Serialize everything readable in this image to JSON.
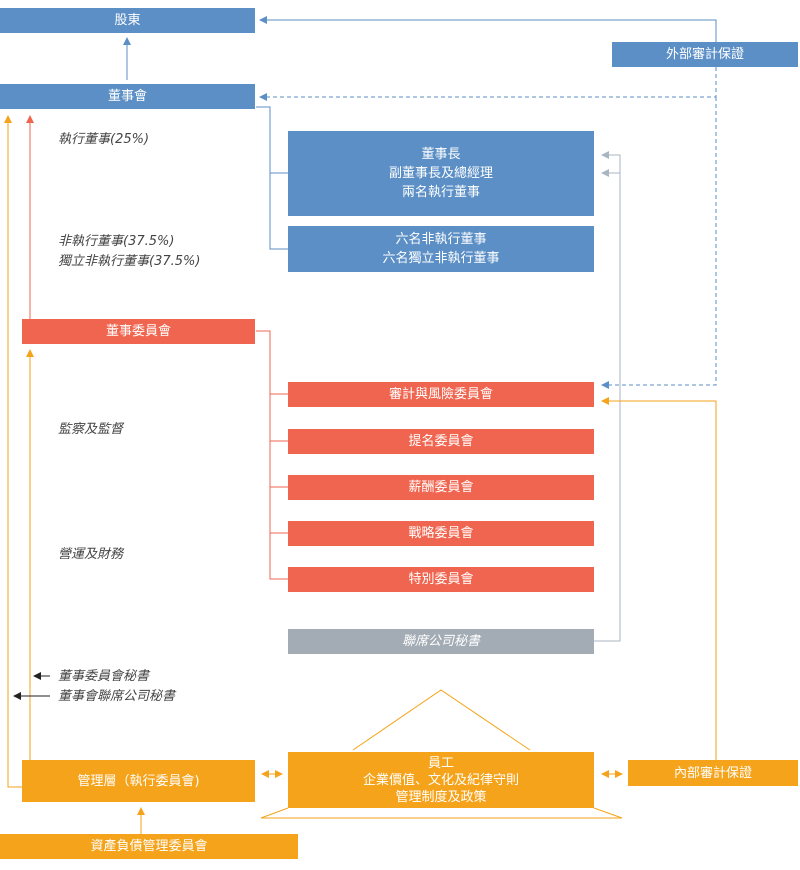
{
  "nodes": {
    "shareholders": "股東",
    "board": "董事會",
    "external_audit": "外部審計保證",
    "chairman_group": [
      "董事長",
      "副董事長及總經理",
      "兩名執行董事"
    ],
    "nonexec_group": [
      "六名非執行董事",
      "六名獨立非執行董事"
    ],
    "board_committees": "董事委員會",
    "audit_risk": "審計與風險委員會",
    "nomination": "提名委員會",
    "remuneration": "薪酬委員會",
    "strategy": "戰略委員會",
    "special": "特別委員會",
    "joint_secretary": "聯席公司秘書",
    "management": "管理層（執行委員會)",
    "employees": [
      "員工",
      "企業價值、文化及紀律守則",
      "管理制度及政策"
    ],
    "internal_audit": "內部審計保證",
    "alco": "資產負債管理委員會"
  },
  "labels": {
    "exec_directors": "執行董事(25%)",
    "nonexec_directors": "非執行董事(37.5%)",
    "indep_directors": "獨立非執行董事(37.5%)",
    "supervision": "監察及監督",
    "operations": "營運及財務",
    "committee_secretary": "董事委員會秘書",
    "board_joint_secretary": "董事會聯席公司秘書"
  },
  "colors": {
    "blue": "#5b8fc6",
    "red": "#f0654f",
    "orange": "#f5a31a",
    "grey": "#a3acb5",
    "line_grey": "#a8b4c2"
  }
}
